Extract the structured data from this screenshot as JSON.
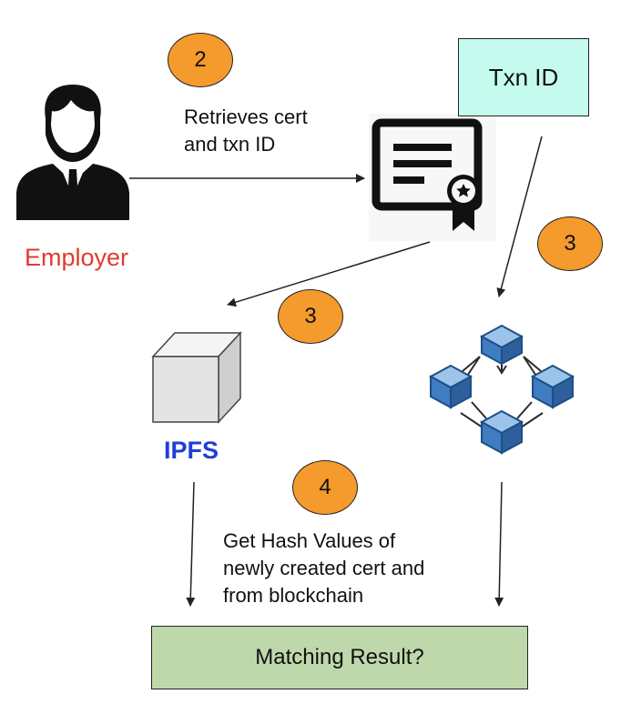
{
  "steps": {
    "step2": "2",
    "step3_right": "3",
    "step3_left": "3",
    "step4": "4"
  },
  "labels": {
    "retrieves": [
      "Retrieves cert",
      "and txn ID"
    ],
    "employer": "Employer",
    "ipfs": "IPFS",
    "txn_id": "Txn ID",
    "hash_desc": [
      "Get Hash Values of",
      "newly created cert and",
      "from blockchain"
    ],
    "result": "Matching Result?"
  },
  "icons": {
    "person": "employer-person-icon",
    "certificate": "certificate-icon",
    "cube": "ipfs-cube-icon",
    "blockchain": "blockchain-network-icon"
  },
  "colors": {
    "badge": "#f59a2d",
    "txn_box": "#c4fbee",
    "result_box": "#bfd8ab",
    "employer_text": "#e03b2e",
    "ipfs_text": "#1f3fd6",
    "blockchain_blue": "#3f7cc1"
  }
}
